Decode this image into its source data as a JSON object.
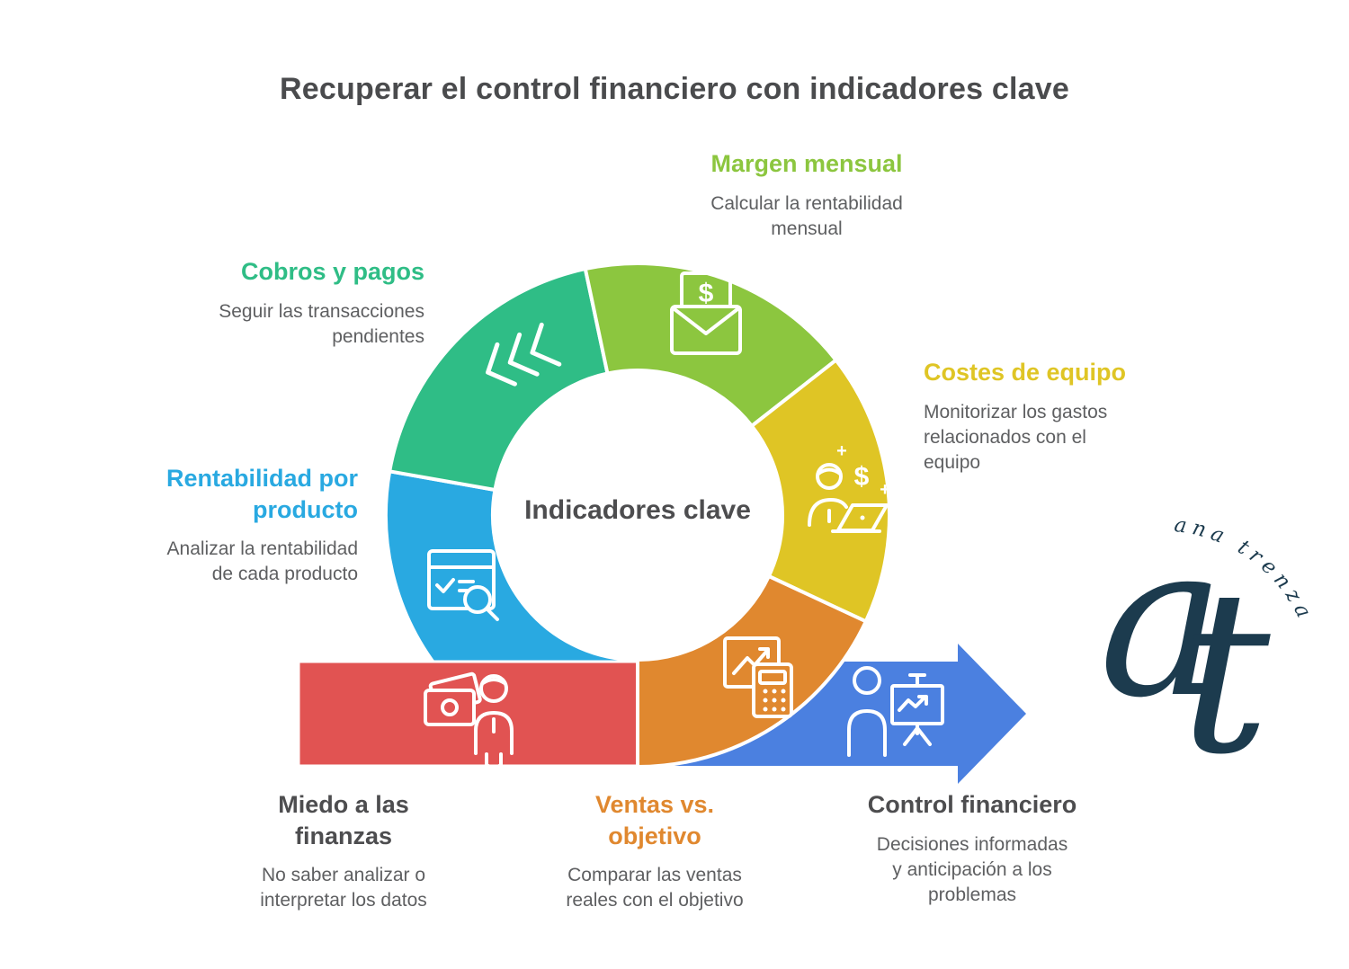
{
  "title": "Recuperar el control financiero con indicadores clave",
  "center_label": "Indicadores clave",
  "colors": {
    "green": "#8CC63F",
    "teal": "#2FBD86",
    "blue": "#29A9E1",
    "yellow": "#DFC525",
    "orange": "#E0882F",
    "red": "#E15352",
    "arrow_blue": "#4B80E0",
    "heading_dark": "#4D4D4F",
    "body_gray": "#5E5F61",
    "logo_navy": "#1C3B4E"
  },
  "segments": {
    "margen": {
      "label": "Margen mensual",
      "description": "Calcular la rentabilidad\nmensual"
    },
    "costes": {
      "label": "Costes de equipo",
      "description": "Monitorizar los gastos\nrelacionados con el\nequipo"
    },
    "ventas": {
      "label": "Ventas vs.\nobjetivo",
      "description": "Comparar las ventas\nreales con el objetivo"
    },
    "control": {
      "label": "Control financiero",
      "description": "Decisiones informadas\ny anticipación a los\nproblemas"
    },
    "miedo": {
      "label": "Miedo a las\nfinanzas",
      "description": "No saber analizar o\ninterpretar los datos"
    },
    "rentabilidad": {
      "label": "Rentabilidad por\nproducto",
      "description": "Analizar la rentabilidad\nde cada producto"
    },
    "cobros": {
      "label": "Cobros y pagos",
      "description": "Seguir las transacciones\npendientes"
    }
  },
  "glyphs": {
    "dollar": "$",
    "plus": "+"
  },
  "logo": {
    "letter_a": "a",
    "letter_t": "t",
    "name": "ana trenza"
  }
}
